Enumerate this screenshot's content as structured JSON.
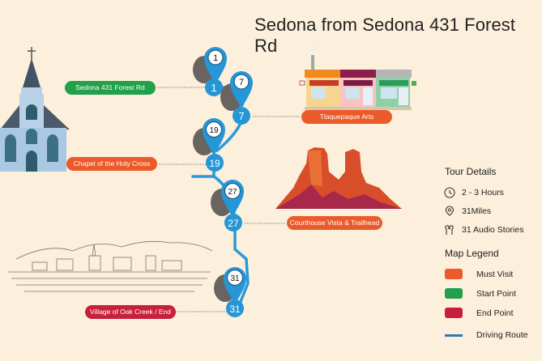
{
  "title": "Sedona from Sedona 431 Forest Rd",
  "stops": [
    {
      "number": "1",
      "label": "Sedona 431 Forest Rd",
      "type": "start"
    },
    {
      "number": "7",
      "label": "Tlaquepaque Arts",
      "type": "must-visit"
    },
    {
      "number": "19",
      "label": "Chapel of the Holy Cross",
      "type": "must-visit"
    },
    {
      "number": "27",
      "label": "Courthouse Vista & Trailhead",
      "type": "must-visit"
    },
    {
      "number": "31",
      "label": "Village of Oak Creek / End",
      "type": "end"
    }
  ],
  "tour_details": {
    "title": "Tour Details",
    "items": [
      {
        "icon": "clock-icon",
        "text": "2 - 3 Hours"
      },
      {
        "icon": "location-pin-icon",
        "text": "31Miles"
      },
      {
        "icon": "earbuds-icon",
        "text": "31 Audio Stories"
      }
    ]
  },
  "legend": {
    "title": "Map Legend",
    "items": [
      {
        "label": "Must Visit",
        "color": "#ea5a2a"
      },
      {
        "label": "Start Point",
        "color": "#22a04b"
      },
      {
        "label": "End Point",
        "color": "#c8203a"
      },
      {
        "label": "Driving Route",
        "color": "#2a78bd"
      }
    ]
  },
  "colors": {
    "background": "#fcefdb",
    "pin_blue": "#2596d6",
    "route_blue": "#2a9ad8"
  }
}
